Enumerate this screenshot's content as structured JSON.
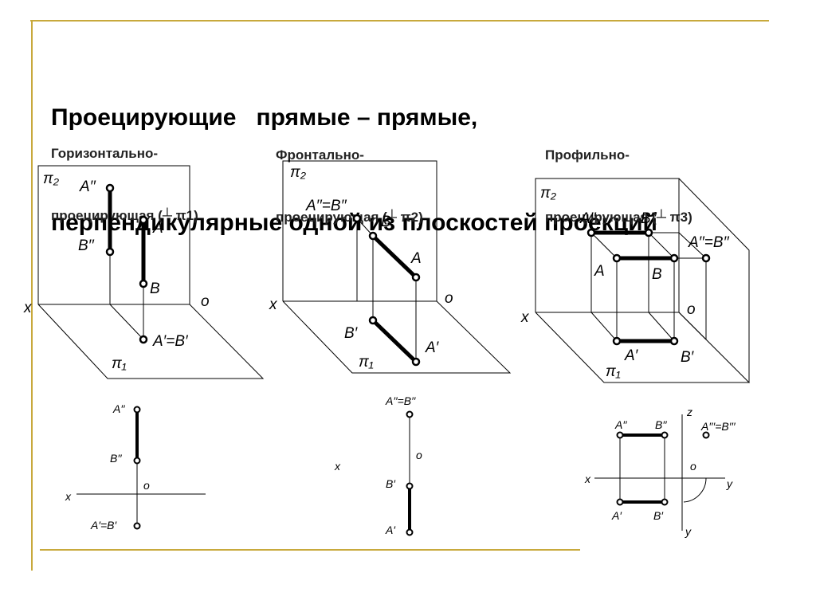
{
  "slide": {
    "title_line1": "Проецирующие   прямые – прямые,",
    "title_line2": "перпендикулярные одной из плоскостей проекций",
    "accent_color": "#c8a93c"
  },
  "columns": [
    {
      "heading_line1": "Горизонтально-",
      "heading_line2": "проецирующая (┴ π1)"
    },
    {
      "heading_line1": "Фронтально-",
      "heading_line2": "проецирующая (┴ π2)"
    },
    {
      "heading_line1": "Профильно-",
      "heading_line2": "проецирующая (┴ π3)"
    }
  ],
  "labels": {
    "pi2": "π₂",
    "pi1": "π₁",
    "x": "x",
    "o": "o",
    "z": "z",
    "y": "y",
    "A2": "A′′",
    "B2": "B′′",
    "A": "A",
    "B": "B",
    "A1": "A′",
    "B1": "B′",
    "A1B1": "A′=B′",
    "A2B2": "A′′=B′′",
    "A3B3": "A′′=B′′",
    "A3B3_small": "A′′′=B′′′"
  }
}
